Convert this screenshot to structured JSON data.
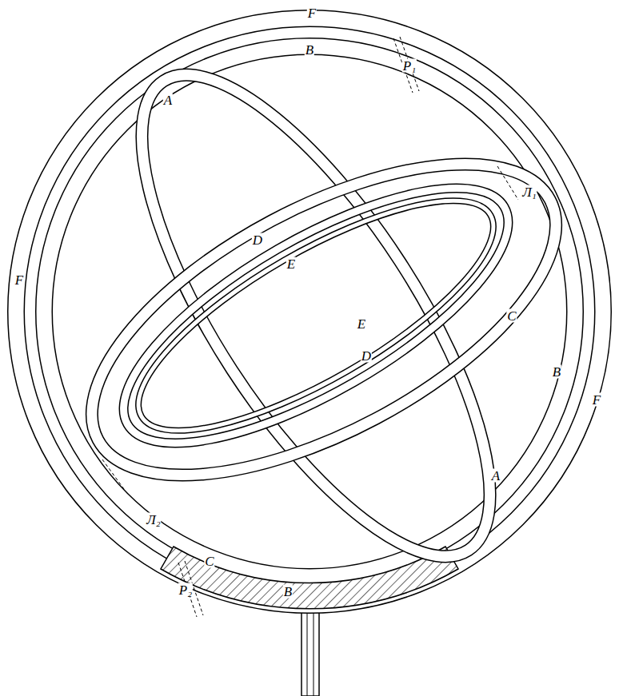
{
  "diagram": {
    "labels": [
      "F",
      "B",
      "P₁",
      "A",
      "Л₁",
      "D",
      "E",
      "F",
      "C",
      "E",
      "D",
      "B",
      "F",
      "A",
      "Л₂",
      "C",
      "P₂",
      "B"
    ]
  }
}
